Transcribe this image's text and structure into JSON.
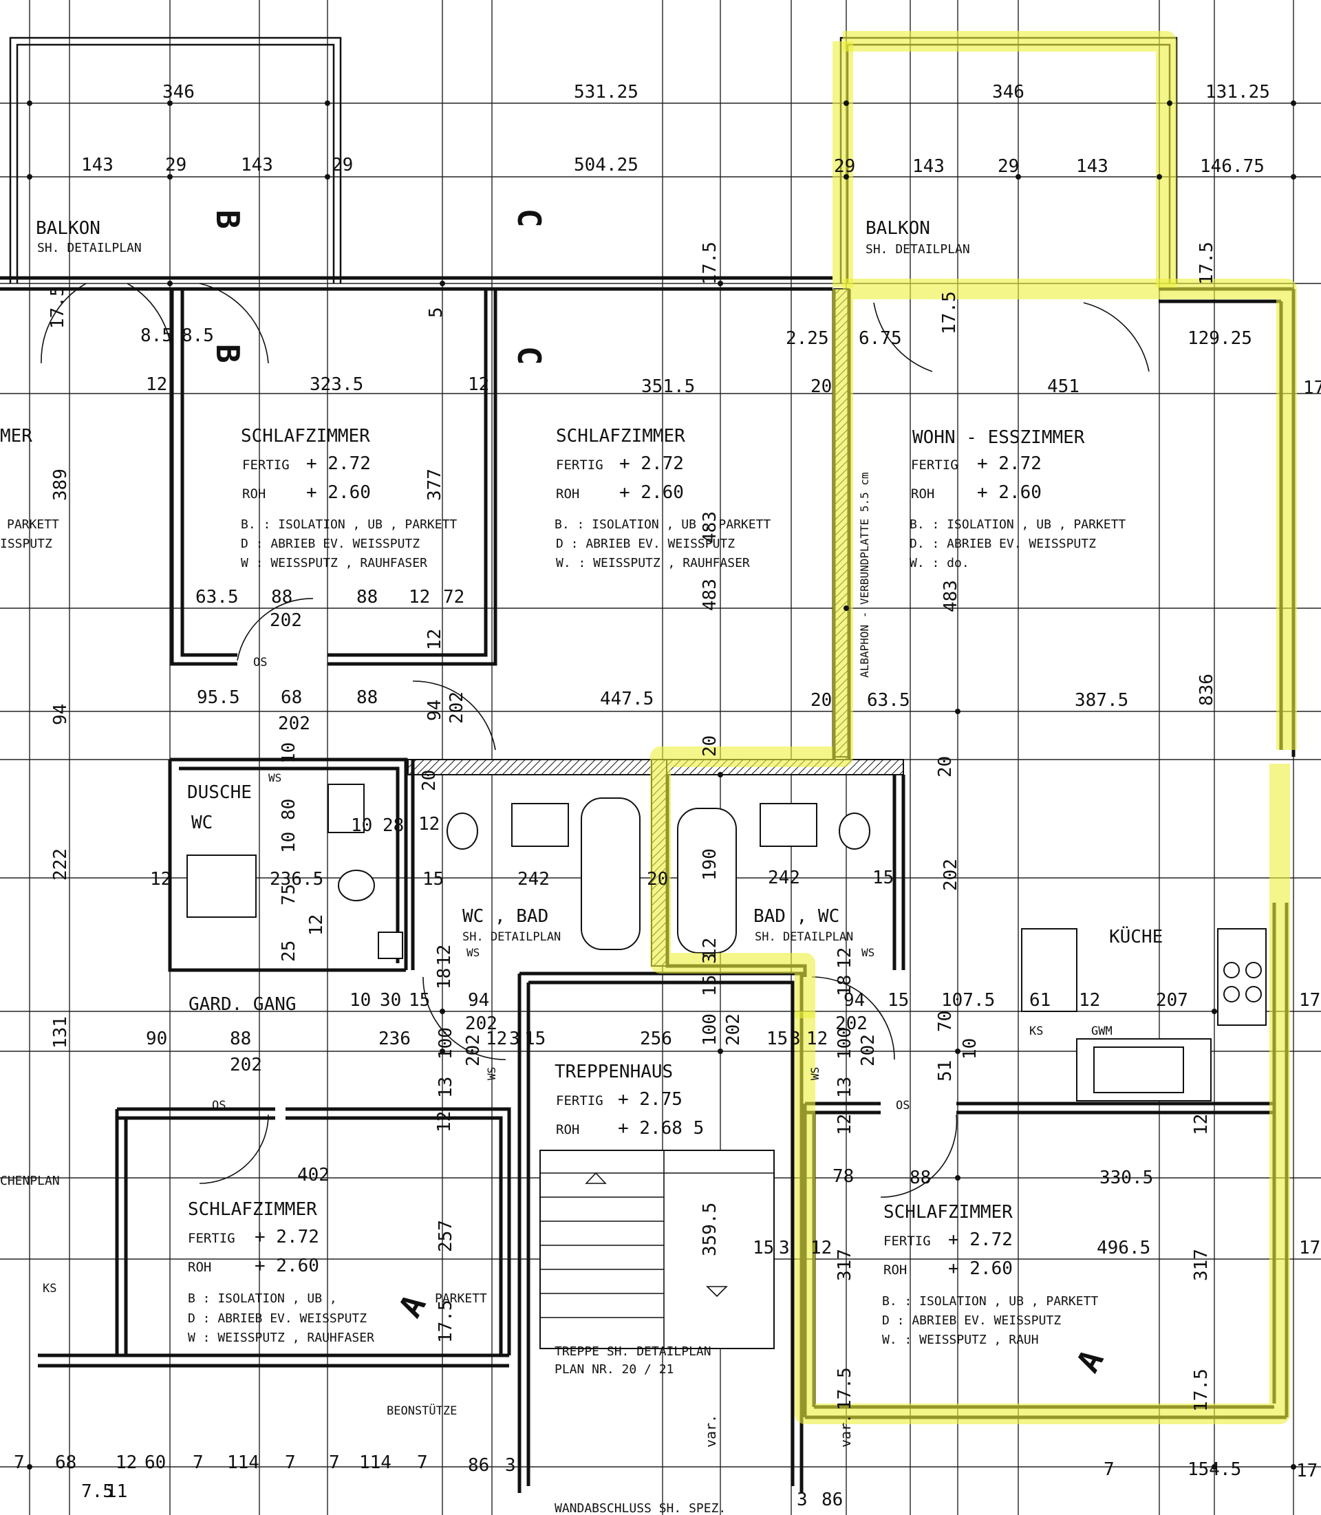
{
  "colors": {
    "paper": "#ffffff",
    "ink": "#111111",
    "highlight": "#ecf03c"
  },
  "rooms": {
    "balkon_left": {
      "name": "BALKON",
      "note": "SH. DETAILPLAN"
    },
    "balkon_right": {
      "name": "BALKON",
      "note": "SH. DETAILPLAN"
    },
    "schlaf_top_left": {
      "name": "SCHLAFZIMMER",
      "fertig_label": "FERTIG",
      "fertig": "+ 2.72",
      "roh_label": "ROH",
      "roh": "+ 2.60",
      "spec_b": "B. :  ISOLATION , UB , PARKETT",
      "spec_d": "D :  ABRIEB EV. WEISSPUTZ",
      "spec_w": "W :  WEISSPUTZ , RAUHFASER"
    },
    "schlaf_top_mid": {
      "name": "SCHLAFZIMMER",
      "fertig_label": "FERTIG",
      "fertig": "+ 2.72",
      "roh_label": "ROH",
      "roh": "+ 2.60",
      "spec_b": "B. :  ISOLATION , UB , PARKETT",
      "spec_d": "D :  ABRIEB EV. WEISSPUTZ",
      "spec_w": "W. :  WEISSPUTZ , RAUHFASER"
    },
    "wohn": {
      "name": "WOHN - ESSZIMMER",
      "fertig_label": "FERTIG",
      "fertig": "+ 2.72",
      "roh_label": "ROH",
      "roh": "+ 2.60",
      "spec_b": "B. :  ISOLATION , UB , PARKETT",
      "spec_d": "D. :  ABRIEB EV. WEISSPUTZ",
      "spec_w": "W. :  do."
    },
    "dusche": {
      "name": "DUSCHE",
      "sub": "WC"
    },
    "wc_bad": {
      "name": "WC , BAD",
      "note": "SH. DETAILPLAN"
    },
    "bad_wc": {
      "name": "BAD , WC",
      "note": "SH. DETAILPLAN"
    },
    "kueche": {
      "name": "KÜCHE"
    },
    "gard": {
      "name": "GARD. GANG"
    },
    "treppe": {
      "name": "TREPPENHAUS",
      "fertig_label": "FERTIG",
      "fertig": "+ 2.75",
      "roh_label": "ROH",
      "roh": "+ 2.68 5",
      "note1": "TREPPE SH. DETAILPLAN",
      "note2": "PLAN NR. 20 / 21",
      "bottom": "WANDABSCHLUSS SH. SPEZ."
    },
    "schlaf_bottom_left": {
      "name": "SCHLAFZIMMER",
      "fertig_label": "FERTIG",
      "fertig": "+ 2.72",
      "roh_label": "ROH",
      "roh": "+ 2.60",
      "spec_b": "B :  ISOLATION , UB ,",
      "spec_b2": "PARKETT",
      "spec_d": "D :  ABRIEB EV. WEISSPUTZ",
      "spec_w": "W :  WEISSPUTZ , RAUHFASER"
    },
    "schlaf_bottom_right": {
      "name": "SCHLAFZIMMER",
      "fertig_label": "FERTIG",
      "fertig": "+ 2.72",
      "roh_label": "ROH",
      "roh": "+ 2.60",
      "spec_b": "B. :  ISOLATION , UB , PARKETT",
      "spec_d": "D :  ABRIEB EV. WEISSPUTZ",
      "spec_w": "W. :  WEISSPUTZ , RAUH"
    },
    "partial_left": {
      "name": "MER",
      "spec1": "PARKETT",
      "spec2": "ISSPUTZ",
      "spec3": "CHENPLAN"
    }
  },
  "wall_note": "ALBAPHON - VERBUNDPLATTE  5.5 cm",
  "section_marks": {
    "b": "B",
    "c": "C",
    "a": "A"
  },
  "labels": {
    "ws": "WS",
    "os": "OS",
    "ks": "KS",
    "gwm": "GWM",
    "beton": "BEONSTÜTZE",
    "var": "var."
  },
  "dims": {
    "d346a": "346",
    "d531": "531.25",
    "d346b": "346",
    "d131": "131.25",
    "d143a": "143",
    "d29a": "29",
    "d143b": "143",
    "d29b": "29",
    "d504": "504.25",
    "d29c": "29",
    "d143c": "143",
    "d29d": "29",
    "d143d": "143",
    "d146": "146.75",
    "d17_5a": "17.5",
    "d8_5a": "8.5",
    "d8_5b": "8.5",
    "d5": "5",
    "d17_5b": "17.5",
    "d17_5c": "17.5",
    "d2_25": "2.25",
    "d6_75": "6.75",
    "d17_5d": "17.5",
    "d129": "129.25",
    "d12a": "12",
    "d323": "323.5",
    "d12b": "12",
    "d351": "351.5",
    "d20a": "20",
    "d451": "451",
    "d17e": "17",
    "d389": "389",
    "d377": "377",
    "d483a": "483",
    "d483b": "483",
    "d483c": "483",
    "d836": "836",
    "d63_5a": "63.5",
    "d88a": "88",
    "d202a": "202",
    "d88b": "88",
    "d12c": "12",
    "d72": "72",
    "d12d": "12",
    "d95_5": "95.5",
    "d68a": "68",
    "d202b": "202",
    "d88c": "88",
    "d94a": "94",
    "d94b": "94",
    "d202c": "202",
    "d447": "447.5",
    "d20b": "20",
    "d63_5b": "63.5",
    "d387": "387.5",
    "d10a": "10",
    "d20c": "20",
    "d20d": "20",
    "d80": "80",
    "d10b": "10",
    "d28": "28",
    "d12e": "12",
    "d10c": "10",
    "d12f": "12",
    "d236_5": "236.5",
    "d75": "75",
    "d15a": "15",
    "d242a": "242",
    "d20e": "20",
    "d190": "190",
    "d242b": "242",
    "d15b": "15",
    "d202d": "202",
    "d12g": "12",
    "d25": "25",
    "d18": "18",
    "d12h": "12",
    "d12i": "12",
    "d15_3": "15 3",
    "d12j": "12",
    "d222": "222",
    "d10d": "10",
    "d30": "30",
    "d15c": "15",
    "d94c": "94",
    "d94d": "94",
    "d15d": "15",
    "d107": "107.5",
    "d61": "61",
    "d12k": "12",
    "d207": "207",
    "d17f": "17.",
    "d131b": "131",
    "d90": "90",
    "d88d": "88",
    "d236": "236",
    "d100a": "100",
    "d202e": "202",
    "d12l": "12",
    "d3a": "3",
    "d15e": "15",
    "d256": "256",
    "d100b": "100",
    "d202f": "202",
    "d15f": "15",
    "d3b": "3",
    "d12m": "12",
    "d100c": "100",
    "d202g": "202",
    "d70": "70",
    "d10e": "10",
    "d202h": "202",
    "d202i": "202",
    "d13a": "13",
    "d13b": "13",
    "d51": "51",
    "d12n": "12",
    "d402": "402",
    "d12o": "12",
    "d12p": "12",
    "d78": "78",
    "d88e": "88",
    "d330": "330.5",
    "d257": "257",
    "d359": "359.5",
    "d15g": "15",
    "d3c": "3",
    "d12q": "12",
    "d317a": "317",
    "d496": "496.5",
    "d317b": "317",
    "d17g": "17.",
    "d17_5e": "17.5",
    "d17_5f": "17.5",
    "d17_5g": "17.5",
    "b7a": "7",
    "b68": "68",
    "b12": "12",
    "b60": "60",
    "b7b": "7",
    "b114a": "114",
    "b7c": "7",
    "b7d": "7",
    "b114b": "114",
    "b7e": "7",
    "b86a": "86",
    "b3a": "3",
    "b7_5": "7.5",
    "b11": "11",
    "b3b": "3",
    "b86b": "86",
    "b7f": "7",
    "b154": "154.5",
    "b17": "17."
  }
}
